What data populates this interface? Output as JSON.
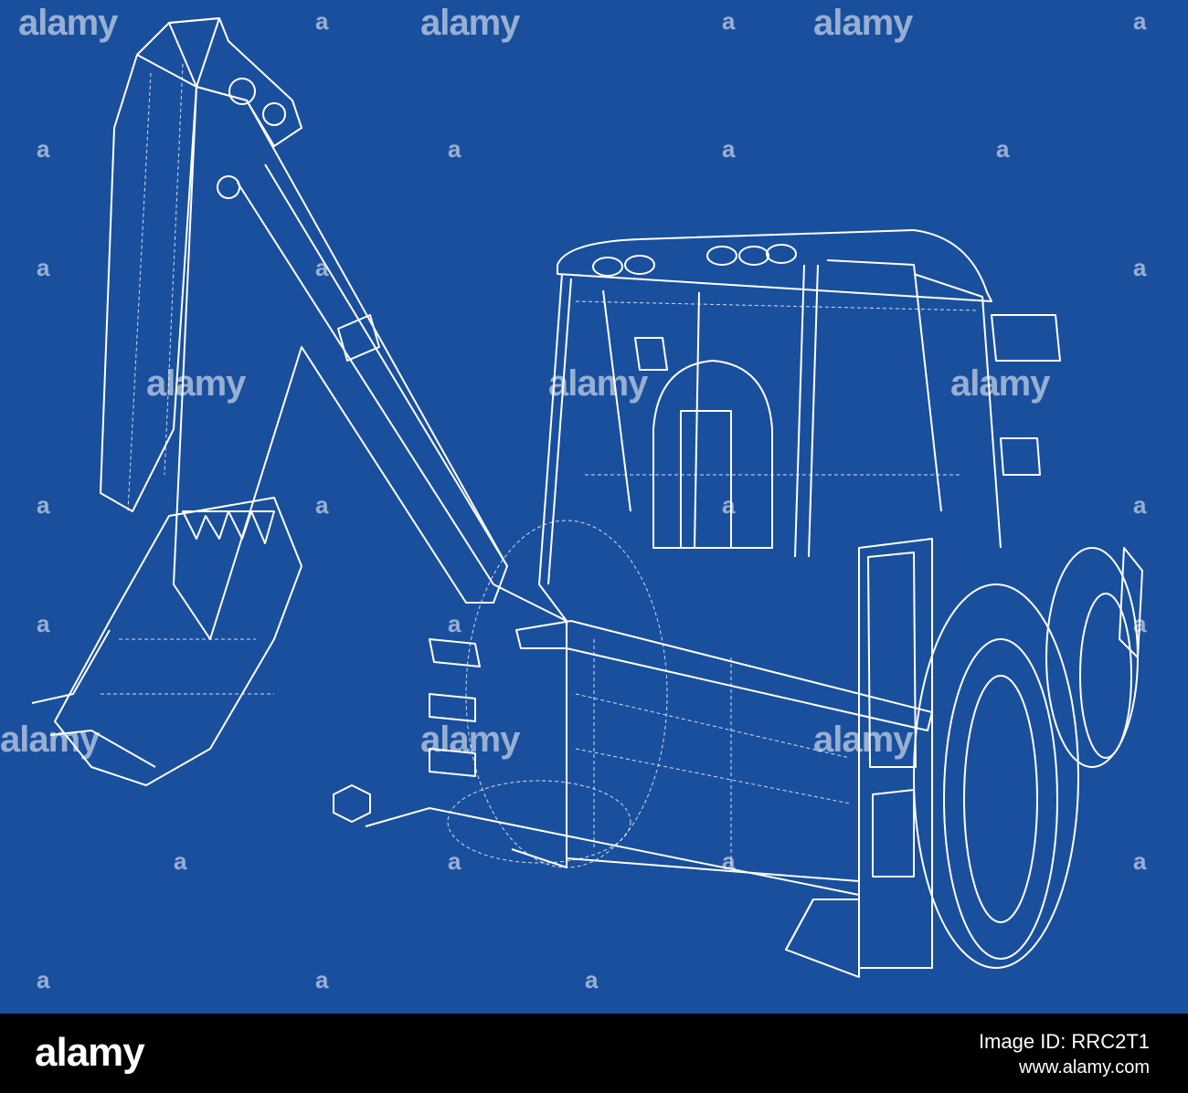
{
  "image": {
    "subject": "backhoe loader wireframe",
    "background_color": "#1a4f9e",
    "line_color": "#ffffff"
  },
  "watermark": {
    "text": "alamy",
    "letter": "a"
  },
  "footer": {
    "logo": "alamy",
    "image_id": "Image ID: RRC2T1",
    "site": "www.alamy.com"
  }
}
